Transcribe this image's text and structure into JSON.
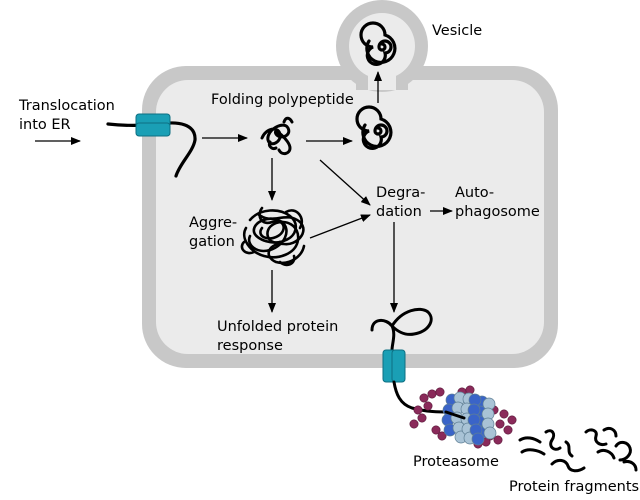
{
  "labels": {
    "vesicle": "Vesicle",
    "translocation_line1": "Translocation",
    "translocation_line2": "into ER",
    "folding": "Folding polypeptide",
    "degradation_line1": "Degra-",
    "degradation_line2": "dation",
    "autophagosome_line1": "Auto-",
    "autophagosome_line2": "phagosome",
    "aggregation_line1": "Aggre-",
    "aggregation_line2": "gation",
    "upr_line1": "Unfolded protein",
    "upr_line2": "response",
    "proteasome": "Proteasome",
    "fragments": "Protein fragments"
  },
  "colors": {
    "membrane": "#c8c8c8",
    "lumen": "#ebebeb",
    "channel": "#1a9fb5",
    "channel_dark": "#0d6f82",
    "proteasome_blue": "#3a64c8",
    "proteasome_light": "#a9c3d6",
    "ubiquitin": "#8a2a5a",
    "ink": "#000000"
  }
}
